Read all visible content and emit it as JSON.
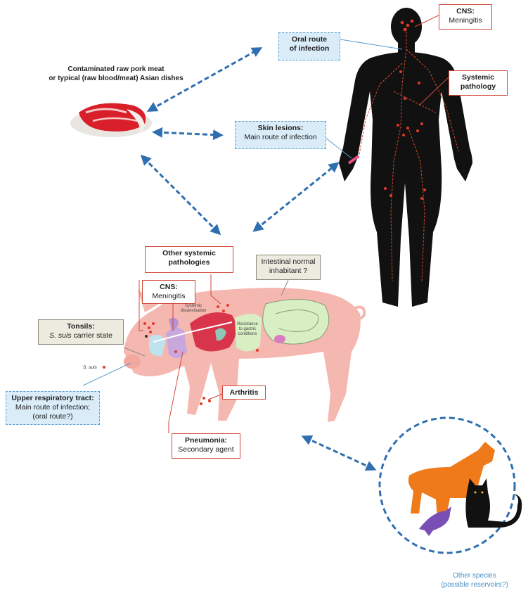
{
  "meat": {
    "line1": "Contaminated raw pork meat",
    "line2": "or typical (raw blood/meat) Asian dishes"
  },
  "human": {
    "oral_route": {
      "line1": "Oral route",
      "line2": "of infection"
    },
    "cns": {
      "title": "CNS:",
      "text": "Meningitis"
    },
    "systemic": {
      "line1": "Systemic",
      "line2": "pathology"
    },
    "skin": {
      "title": "Skin lesions:",
      "text": "Main route of infection"
    }
  },
  "pig": {
    "other_systemic": {
      "line1": "Other systemic",
      "line2": "pathologies"
    },
    "intestinal": {
      "line1": "Intestinal normal",
      "line2": "inhabitant ?"
    },
    "cns": {
      "title": "CNS:",
      "text": "Meningitis"
    },
    "tonsils": {
      "title": "Tonsils:",
      "species": "S. suis",
      "text": " carrier state"
    },
    "upper_resp": {
      "title": "Upper respiratory tract:",
      "line1": "Main route of infection;",
      "line2": "(oral route?)"
    },
    "arthritis": {
      "title": "Arthritis"
    },
    "pneumonia": {
      "title": "Pneumonia:",
      "text": "Secondary agent"
    },
    "s_suis_label": "S. suis",
    "systemic_dissemination": {
      "line1": "Systemic",
      "line2": "dissemination"
    },
    "gastric": {
      "line1": "Resistance",
      "line2": "to gastric",
      "line3": "conditions"
    }
  },
  "others": {
    "line1": "Other species",
    "line2": "(possible reservoirs?)"
  },
  "colors": {
    "arrow": "#2f6fb0",
    "red_border": "#d2483a",
    "blue_fill": "#d9ecf8",
    "pig_body": "#f5b8b0",
    "dog": "#ef7a1a",
    "cat": "#111111",
    "bird": "#7a4fb5",
    "human": "#111111"
  }
}
